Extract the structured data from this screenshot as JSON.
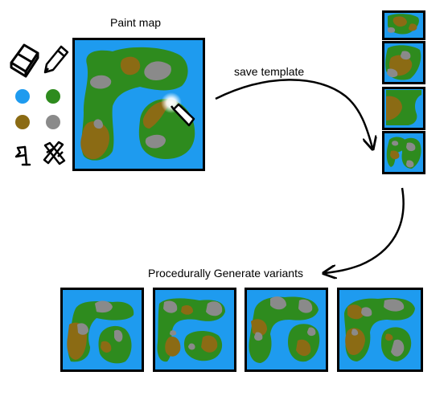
{
  "labels": {
    "paint_map": "Paint map",
    "save_template": "save template",
    "generate": "Procedurally Generate variants"
  },
  "colors": {
    "water": "#1e9bef",
    "grass": "#2e8b1e",
    "dirt": "#8b6b14",
    "rock": "#8a8a8a",
    "border": "#000000"
  },
  "palette": [
    "water",
    "grass",
    "dirt",
    "rock"
  ],
  "tools": [
    "eraser-icon",
    "pencil-icon",
    "flag-icon",
    "crossed-tool-icon"
  ],
  "template_count": 4,
  "variant_count": 4
}
